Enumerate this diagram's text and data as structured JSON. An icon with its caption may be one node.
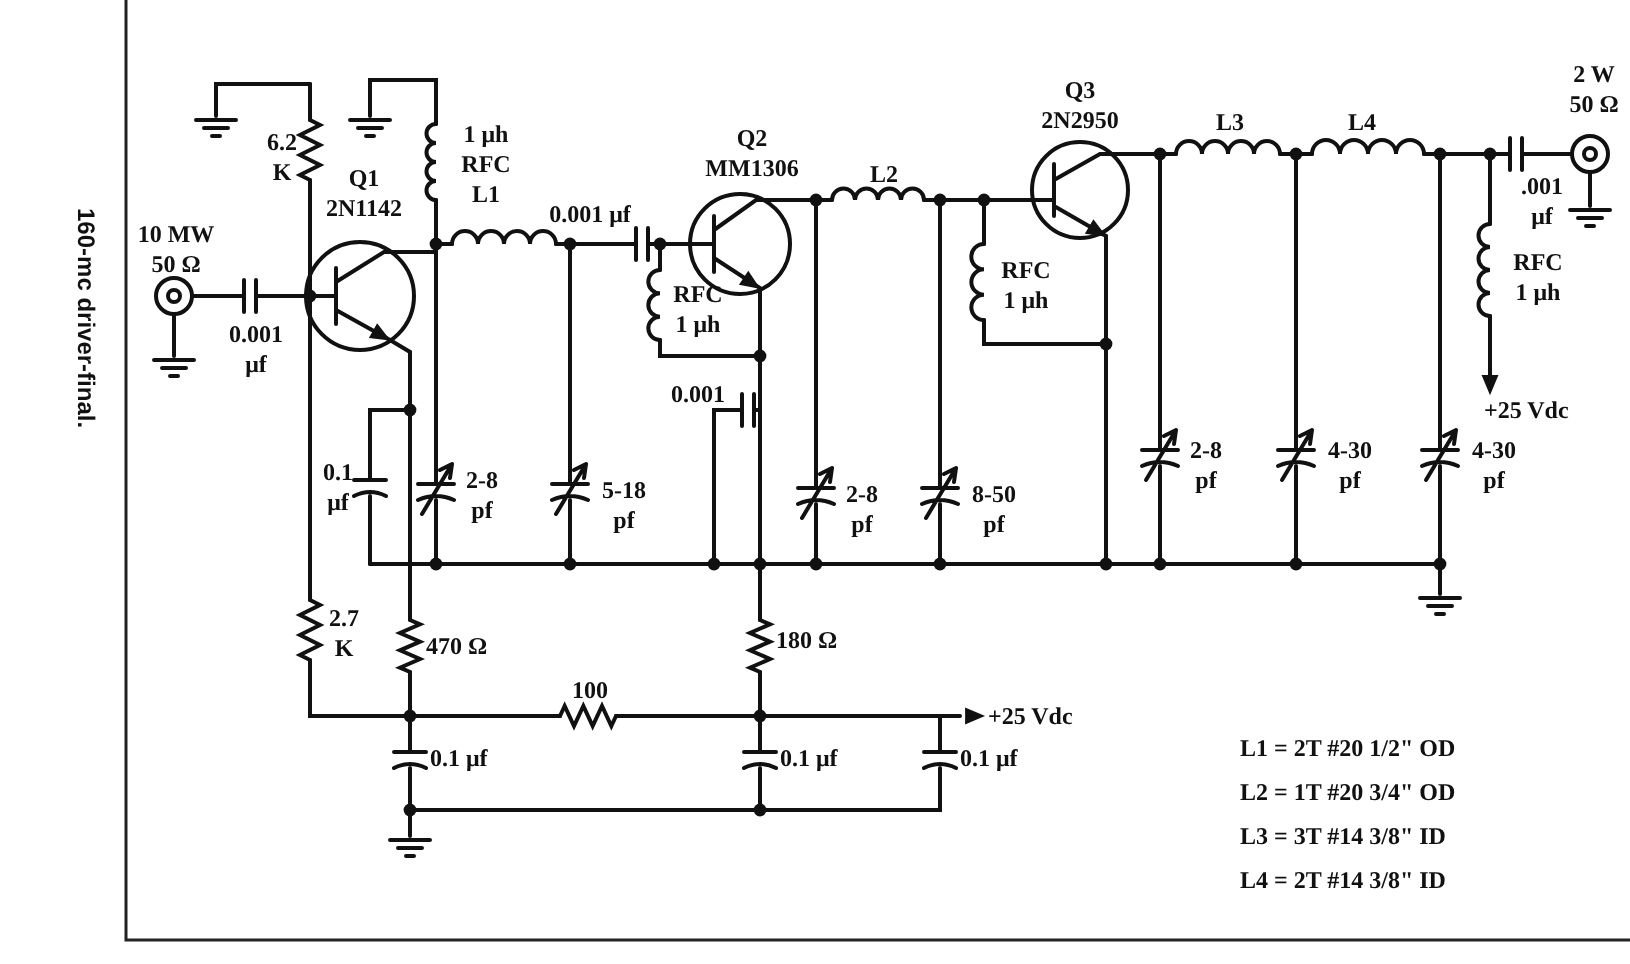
{
  "diagram": {
    "caption": "160-mc driver-final.",
    "labels": [
      "6.2 K",
      "Q1 2N1142",
      "1 μh RFC L1",
      "10 MW 50 Ω",
      "0.001 μf",
      "0.001 μf",
      "Q2 MM1306",
      "L2",
      "Q3 2N2950",
      "L3",
      "L4",
      "2 W 50 Ω",
      "RFC 1 μh",
      "0.001",
      "RFC 1 μh",
      ".001 μf",
      "RFC 1 μh",
      "+25 Vdc",
      "0.1 μf",
      "2-8 pf",
      "5-18 pf",
      "2-8 pf",
      "8-50 pf",
      "2-8 pf",
      "4-30 pf",
      "4-30 pf",
      "2.7 K",
      "470 Ω",
      "180 Ω",
      "100",
      "+25 Vdc",
      "0.1 μf",
      "0.1 μf",
      "0.1 μf",
      "L1 = 2T #20 1/2\" OD",
      "L2 = 1T #20 3/4\" OD",
      "L3 = 3T #14 3/8\" ID",
      "L4 = 2T #14 3/8\" ID"
    ]
  }
}
